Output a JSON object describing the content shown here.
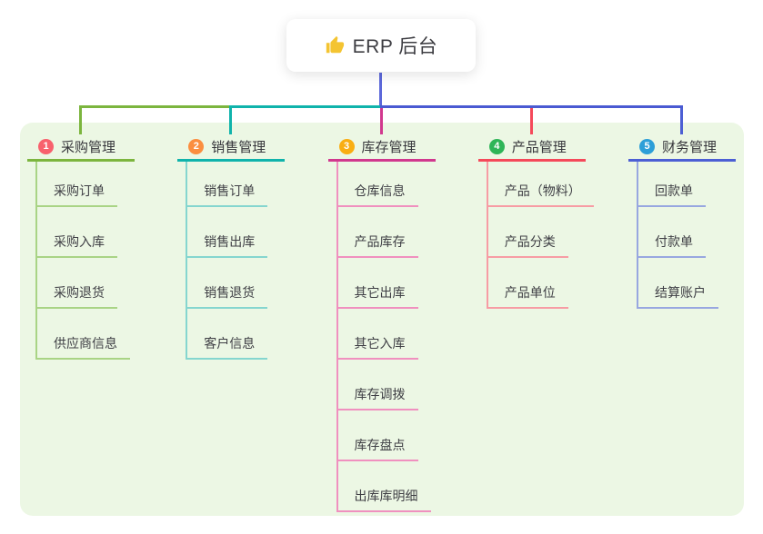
{
  "root": {
    "title": "ERP 后台",
    "icon": "thumbs-up-icon",
    "icon_color": "#f4c431"
  },
  "colors": {
    "panel_bg": "#ecf7e4",
    "root_stem": "#5c68da",
    "bus_right": "#4a5ad2"
  },
  "branches": [
    {
      "index": "1",
      "label": "采购管理",
      "badge_color": "#f8616d",
      "line_color": "#7cb53e",
      "child_line_color": "#a9d485",
      "children": [
        "采购订单",
        "采购入库",
        "采购退货",
        "供应商信息"
      ]
    },
    {
      "index": "2",
      "label": "销售管理",
      "badge_color": "#fb8e3f",
      "line_color": "#10b3ab",
      "child_line_color": "#85d6cf",
      "children": [
        "销售订单",
        "销售出库",
        "销售退货",
        "客户信息"
      ]
    },
    {
      "index": "3",
      "label": "库存管理",
      "badge_color": "#f9ae13",
      "line_color": "#d1388e",
      "child_line_color": "#f090bf",
      "children": [
        "仓库信息",
        "产品库存",
        "其它出库",
        "其它入库",
        "库存调拨",
        "库存盘点",
        "出库库明细"
      ]
    },
    {
      "index": "4",
      "label": "产品管理",
      "badge_color": "#2fb558",
      "line_color": "#f5495a",
      "child_line_color": "#f79ca4",
      "children": [
        "产品（物料）",
        "产品分类",
        "产品单位"
      ]
    },
    {
      "index": "5",
      "label": "财务管理",
      "badge_color": "#2d9fd8",
      "line_color": "#4c5fd4",
      "child_line_color": "#98a7e0",
      "children": [
        "回款单",
        "付款单",
        "结算账户"
      ]
    }
  ]
}
